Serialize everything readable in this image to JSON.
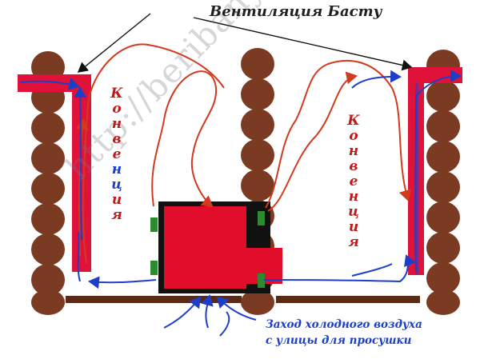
{
  "title": "Вентиляция Басту",
  "left_label": [
    "К",
    "о",
    "н",
    "в",
    "е",
    "н",
    "ц",
    "и",
    "я"
  ],
  "right_label": [
    "К",
    "о",
    "н",
    "в",
    "е",
    "н",
    "ц",
    "и",
    "я"
  ],
  "caption": {
    "line1": "Заход холодного воздуха",
    "line2": "с улицы для просушки"
  },
  "watermark": "http://beribanyu.ru",
  "colors": {
    "log": "#7a3b22",
    "stove": "#e00e2a",
    "duct": "#e0123a",
    "hot_air": "#d23a1e",
    "cold_air": "#1d3fc8",
    "floor": "#5a2a16",
    "vent": "#2e8a2e"
  }
}
